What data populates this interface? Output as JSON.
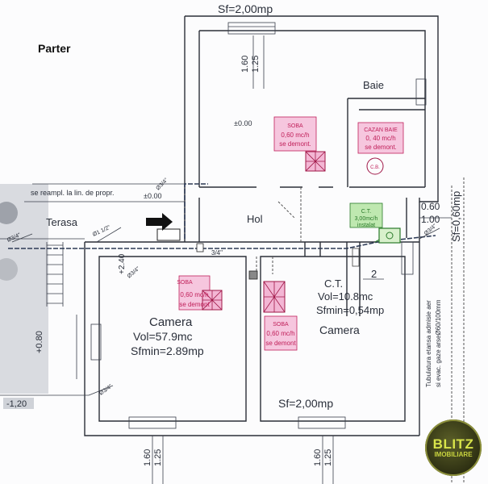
{
  "page_title": "Parter",
  "dimensions": {
    "sf_top": "Sf=2,00mp",
    "sf_bottom": "Sf=2,00mp",
    "sf_right": "Sf=0,60mp",
    "d_160_top": "1.60",
    "d_125_top": "1.25",
    "d_160_bottom": "1.60",
    "d_125_bottom": "1.25",
    "d_060": "0.60",
    "d_100": "1.00",
    "d_plus080": "+0.80",
    "d_minus120": "-1,20",
    "d_plus240": "+2.40",
    "d_zero": "±0.00",
    "d_zero2": "±0.00"
  },
  "rooms": {
    "baie": "Baie",
    "hol": "Hol",
    "terasa": "Terasa",
    "camera_left": {
      "name": "Camera",
      "vol": "Vol=57.9mc",
      "sfmin": "Sfmin=2.89mp"
    },
    "camera_right": "Camera",
    "ct": {
      "name": "C.T.",
      "number": "2",
      "vol": "Vol=10.8mc",
      "sfmin": "Sfmin=0,54mp"
    }
  },
  "appliances": {
    "soba_top": {
      "name": "SOBA",
      "flow": "0,60 mc/h",
      "status": "se demont."
    },
    "cazan_baie": {
      "name": "CAZAN BAIE",
      "flow": "0, 40 mc/h",
      "status": "se demont."
    },
    "cb_label": "C.B.",
    "soba_left": {
      "name": "SOBA",
      "flow": "0,60 mc/h",
      "status": "se demont"
    },
    "soba_mid": {
      "name": "SOBA",
      "flow": "0,60 mc/h",
      "status": "se demont"
    },
    "ct_boiler": {
      "name": "C.T.",
      "flow": "3,00mc/h",
      "status": "instalat"
    }
  },
  "notes": {
    "reamplasare": "se reampl. la lin. de propr.",
    "tubulatura_1": "Tubulatura etansa admisie aer",
    "tubulatura_2": "si evac. gaze arseØ60/100mm"
  },
  "pipe_labels": {
    "p1": "Ø3/4\"",
    "p2": "Ø1 1/2\"",
    "p3": "Ø3/4\"",
    "p4": "Ø3/4\"",
    "p5": "3/4\"",
    "p6": "Ø3/4\"",
    "p7": "Ø3/4\""
  },
  "logo": {
    "line1": "BLITZ",
    "line2": "IMOBILIARE"
  },
  "colors": {
    "accent_red": "#c0205a",
    "accent_green": "#2a7a2a",
    "gas_line": "#2d3a55"
  }
}
